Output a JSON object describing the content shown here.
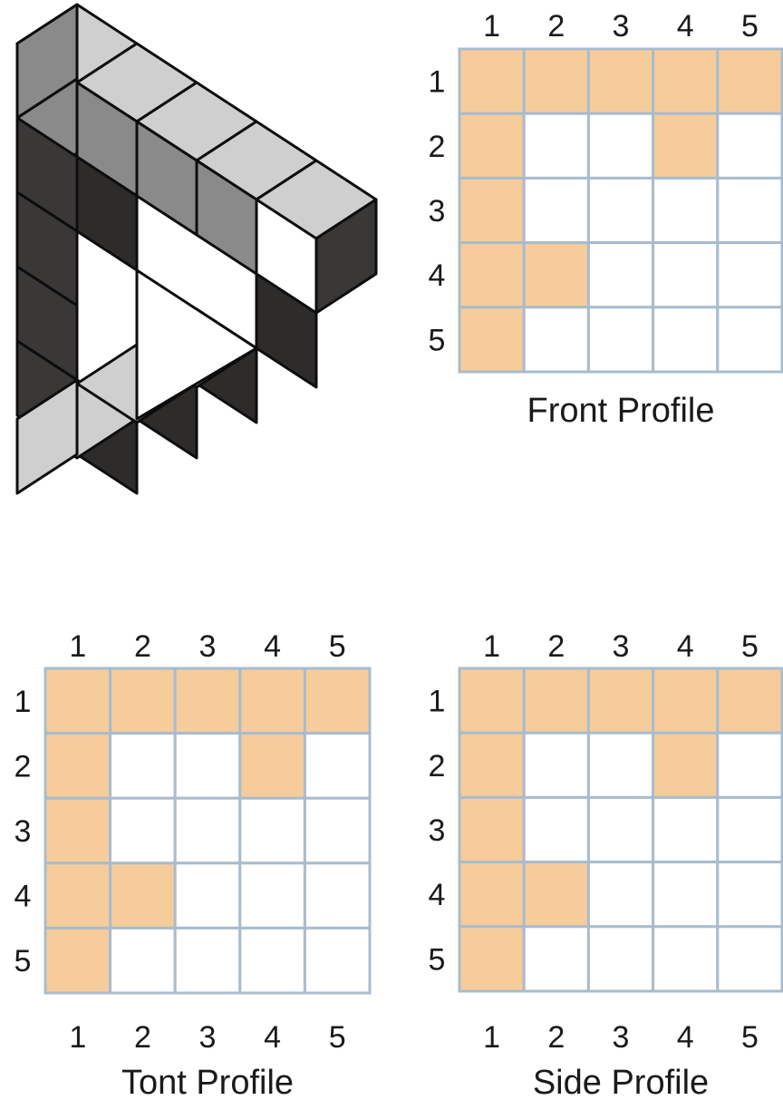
{
  "colors": {
    "filled": "#f7cc9b",
    "empty": "#ffffff",
    "grid_line": "#a8bccd",
    "cube_top": "#cfcfcf",
    "cube_front": "#8a8a8a",
    "cube_side": "#3a3837",
    "cube_dark": "#2e2c2b",
    "edge": "#0d0d0d"
  },
  "grids": [
    {
      "id": "front",
      "title": "Front Profile",
      "col_labels_top": [
        "1",
        "2",
        "3",
        "4",
        "5"
      ],
      "col_labels_bottom": [],
      "row_labels": [
        "1",
        "2",
        "3",
        "4",
        "5"
      ],
      "cells": [
        [
          1,
          1,
          1,
          1,
          1
        ],
        [
          1,
          0,
          0,
          1,
          0
        ],
        [
          1,
          0,
          0,
          0,
          0
        ],
        [
          1,
          1,
          0,
          0,
          0
        ],
        [
          1,
          0,
          0,
          0,
          0
        ]
      ]
    },
    {
      "id": "tont",
      "title": "Tont Profile",
      "col_labels_top": [
        "1",
        "2",
        "3",
        "4",
        "5"
      ],
      "col_labels_bottom": [
        "1",
        "2",
        "3",
        "4",
        "5"
      ],
      "row_labels": [
        "1",
        "2",
        "3",
        "4",
        "5"
      ],
      "cells": [
        [
          1,
          1,
          1,
          1,
          1
        ],
        [
          1,
          0,
          0,
          1,
          0
        ],
        [
          1,
          0,
          0,
          0,
          0
        ],
        [
          1,
          1,
          0,
          0,
          0
        ],
        [
          1,
          0,
          0,
          0,
          0
        ]
      ]
    },
    {
      "id": "side",
      "title": "Side Profile",
      "col_labels_top": [
        "1",
        "2",
        "3",
        "4",
        "5"
      ],
      "col_labels_bottom": [
        "1",
        "2",
        "3",
        "4",
        "5"
      ],
      "row_labels": [
        "1",
        "2",
        "3",
        "4",
        "5"
      ],
      "cells": [
        [
          1,
          1,
          1,
          1,
          1
        ],
        [
          1,
          0,
          0,
          1,
          0
        ],
        [
          1,
          0,
          0,
          0,
          0
        ],
        [
          1,
          1,
          0,
          0,
          0
        ],
        [
          1,
          0,
          0,
          0,
          0
        ]
      ]
    }
  ]
}
